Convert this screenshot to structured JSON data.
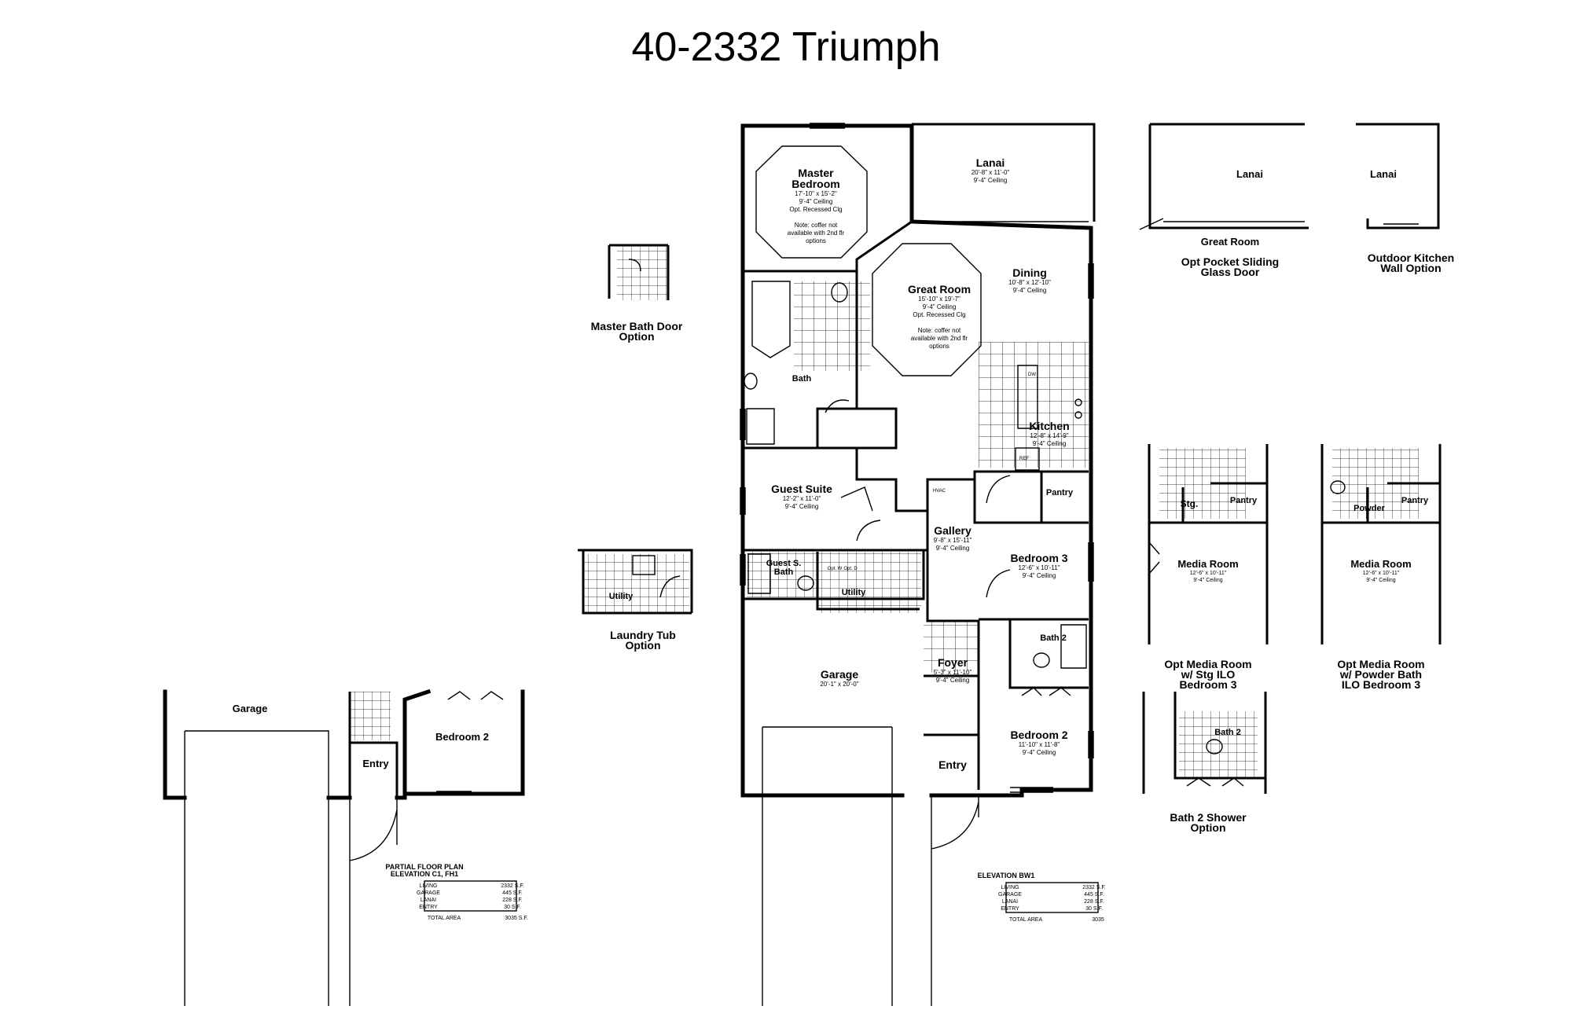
{
  "title": "40-2332 Triumph",
  "main_plan": {
    "rooms": [
      {
        "name": "Master\nBedroom",
        "lines": [
          "17'-10\" x 15'-2\"",
          "9'-4\" Ceiling",
          "Opt. Recessed Clg",
          "",
          "Note: coffer not",
          "available with 2nd flr",
          "options"
        ]
      },
      {
        "name": "Lanai",
        "lines": [
          "20'-8\" x 11'-0\"",
          "9'-4\" Ceiling"
        ]
      },
      {
        "name": "Great Room",
        "lines": [
          "15'-10\" x 19'-7\"",
          "9'-4\" Ceiling",
          "Opt. Recessed Clg",
          "",
          "Note: coffer not",
          "available with 2nd flr",
          "options"
        ]
      },
      {
        "name": "Dining",
        "lines": [
          "10'-8\" x 12'-10\"",
          "9'-4\" Ceiling"
        ]
      },
      {
        "name": "Bath",
        "lines": []
      },
      {
        "name": "Kitchen",
        "lines": [
          "12'-8\" x 14'-9\"",
          "9'-4\" Ceiling"
        ]
      },
      {
        "name": "Guest Suite",
        "lines": [
          "12'-2\" x 11'-0\"",
          "9'-4\" Ceiling"
        ]
      },
      {
        "name": "Pantry",
        "lines": []
      },
      {
        "name": "Gallery",
        "lines": [
          "9'-8\" x 15'-11\"",
          "9'-4\" Ceiling"
        ]
      },
      {
        "name": "Bedroom 3",
        "lines": [
          "12'-6\" x 10'-11\"",
          "9'-4\" Ceiling"
        ]
      },
      {
        "name": "Guest S.\nBath",
        "lines": []
      },
      {
        "name": "Utility",
        "lines": []
      },
      {
        "name": "Bath 2",
        "lines": []
      },
      {
        "name": "Garage",
        "lines": [
          "20'-1\" x 20'-0\""
        ]
      },
      {
        "name": "Foyer",
        "lines": [
          "5'-3\" x 11'-10\"",
          "9'-4\" Ceiling"
        ]
      },
      {
        "name": "Entry",
        "lines": []
      },
      {
        "name": "Bedroom 2",
        "lines": [
          "11'-10\" x 11'-8\"",
          "9'-4\" Ceiling"
        ]
      }
    ],
    "fixture_labels": [
      "HVAC",
      "DW",
      "REF",
      "Opt. W",
      "Opt. D"
    ]
  },
  "options": {
    "master_bath_door": "Master Bath Door\nOption",
    "laundry_tub": "Laundry Tub\nOption",
    "laundry_room": "Utility",
    "lanai_great_room": {
      "lanai": "Lanai",
      "great_room": "Great Room",
      "caption": "Opt Pocket Sliding\nGlass Door"
    },
    "outdoor_kitchen": {
      "lanai": "Lanai",
      "caption": "Outdoor Kitchen\nWall Option"
    },
    "media_stg": {
      "stg": "Stg.",
      "pantry": "Pantry",
      "room": "Media Room",
      "dims": [
        "12'-6\" x 10'-11\"",
        "9'-4\" Ceiling"
      ],
      "caption": "Opt Media Room\nw/ Stg ILO\nBedroom 3"
    },
    "media_powder": {
      "powder": "Powder",
      "pantry": "Pantry",
      "room": "Media Room",
      "dims": [
        "12'-6\" x 10'-11\"",
        "9'-4\" Ceiling"
      ],
      "caption": "Opt Media Room\nw/ Powder Bath\nILO Bedroom 3"
    },
    "bath2_shower": {
      "room": "Bath 2",
      "caption": "Bath 2 Shower\nOption"
    }
  },
  "partial_plan": {
    "garage": "Garage",
    "entry": "Entry",
    "bedroom": "Bedroom 2",
    "heading": [
      "PARTIAL FLOOR PLAN",
      "ELEVATION C1, FH1"
    ]
  },
  "area_tables": [
    {
      "heading": "",
      "rows": [
        [
          "LIVING",
          "2332 S.F."
        ],
        [
          "GARAGE",
          "445 S.F."
        ],
        [
          "LANAI",
          "228 S.F."
        ],
        [
          "ENTRY",
          "30 S.F."
        ]
      ],
      "total_label": "TOTAL AREA",
      "total": "3035 S.F."
    },
    {
      "heading": "ELEVATION BW1",
      "rows": [
        [
          "LIVING",
          "2332 S.F."
        ],
        [
          "GARAGE",
          "445 S.F."
        ],
        [
          "LANAI",
          "228 S.F."
        ],
        [
          "ENTRY",
          "30 S.F."
        ]
      ],
      "total_label": "TOTAL AREA",
      "total": "3035"
    }
  ]
}
